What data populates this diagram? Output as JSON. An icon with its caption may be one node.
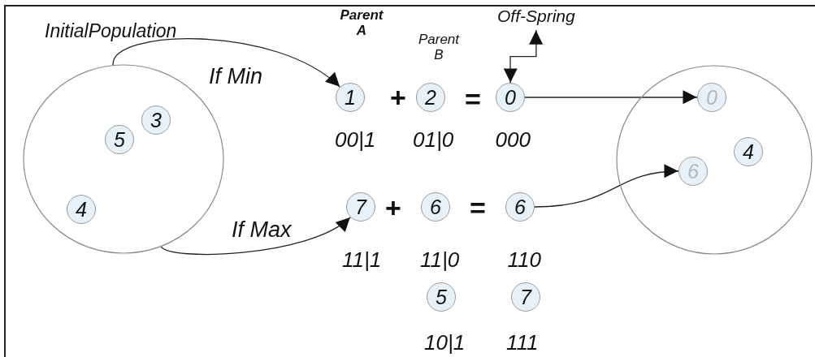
{
  "diagram": {
    "nodes": [
      {
        "text": [
          "InitialPopulation"
        ]
      },
      {
        "text": [
          "5"
        ],
        "in": 0
      },
      {
        "text": [
          "3"
        ],
        "in": 0
      },
      {
        "text": [
          "4"
        ],
        "in": 0
      },
      {
        "text": [
          "1"
        ]
      },
      {
        "text": [
          "2"
        ]
      },
      {
        "text": [
          "0"
        ]
      },
      {
        "text": [
          "Off-Spring"
        ]
      },
      {
        "text": [
          "7"
        ]
      },
      {
        "text": [
          "6"
        ]
      },
      {
        "text": [
          "6"
        ]
      },
      {
        "text": [
          "5"
        ]
      },
      {
        "text": [
          "7"
        ]
      },
      {
        "text": [],
        "shape": "circle"
      },
      {
        "text": [
          "0"
        ],
        "in": 13
      },
      {
        "text": [
          "4"
        ],
        "in": 13
      },
      {
        "text": [
          "6"
        ],
        "in": 13
      }
    ],
    "edges": [
      {
        "from": 0,
        "to": 4,
        "arrow": "to",
        "label": "If Min"
      },
      {
        "from": 0,
        "to": 8,
        "arrow": "to",
        "label": "If Max"
      },
      {
        "from": 6,
        "to": 7,
        "arrow": "both"
      },
      {
        "from": 6,
        "to": 14,
        "arrow": "to"
      },
      {
        "from": 10,
        "to": 16,
        "arrow": "to"
      }
    ],
    "labels": [
      "Parent A",
      "Parent B",
      "+",
      "=",
      "00|1",
      "01|0",
      "000",
      "+",
      "=",
      "11|1",
      "11|0",
      "110",
      "10|1",
      "111"
    ]
  }
}
